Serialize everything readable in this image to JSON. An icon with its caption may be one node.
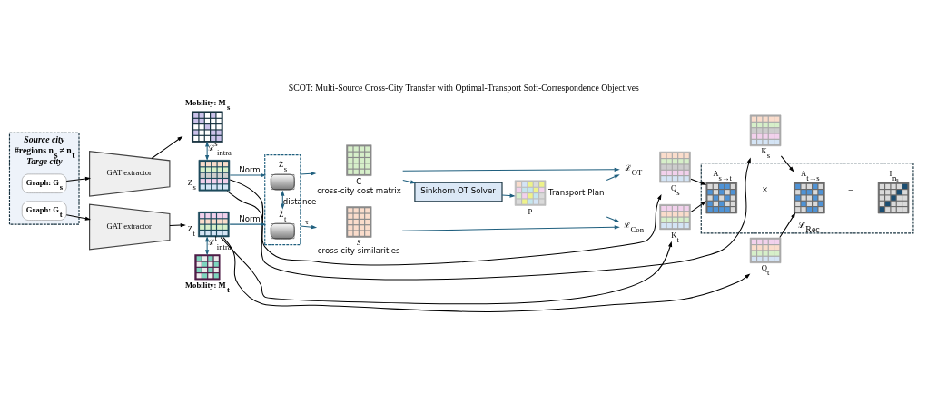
{
  "diagram": {
    "title": "SCOT: Multi-Source Cross-City Transfer with Optimal-Transport Soft-Correspondence Objectives",
    "nodes": [
      {
        "text": [
          "Source city",
          "#regions n$_{s}$ ≠ n$_{t}$",
          "Targe city"
        ]
      },
      {
        "text": [
          "Graph: G$_{s}$"
        ],
        "in": 0
      },
      {
        "text": [
          "Graph: G$_{t}$"
        ],
        "in": 0
      },
      {
        "text": [
          "GAT extractor"
        ]
      },
      {
        "text": [
          "GAT extractor"
        ]
      },
      {
        "text": [
          "Mobility: M$_{s}$"
        ]
      },
      {
        "text": [
          "Z$_{s}$"
        ]
      },
      {
        "text": [
          "Z$_{t}$"
        ]
      },
      {
        "text": [
          "Mobility: M$_{t}$"
        ]
      },
      {
        "text": [],
        "shape": "box"
      },
      {
        "text": [
          "Z̃$_{s}$"
        ],
        "in": 9
      },
      {
        "text": [
          "Z̃$_{t}$"
        ],
        "in": 9
      },
      {
        "text": [
          "C",
          "cross-city cost matrix"
        ]
      },
      {
        "text": [
          "Sinkhorn OT Solver"
        ]
      },
      {
        "text": [
          "S",
          "cross-city similarities"
        ]
      },
      {
        "text": [
          "P"
        ],
        "beside": [
          "Transport Plan"
        ]
      },
      {
        "text": [
          "ℒ$_{OT}$"
        ]
      },
      {
        "text": [
          "ℒ$_{Con}$"
        ]
      },
      {
        "text": [
          "Q$_{s}$"
        ]
      },
      {
        "text": [
          "K$_{s}$"
        ]
      },
      {
        "text": [
          "ℒ$_{Rec}$"
        ]
      },
      {
        "text": [
          "A$_{s→t}$"
        ],
        "in": 20
      },
      {
        "text": [
          "A$_{t→s}$"
        ],
        "in": 20
      },
      {
        "text": [
          "I$_{nₛ}$"
        ],
        "in": 20
      },
      {
        "text": [
          "K$_{t}$"
        ]
      },
      {
        "text": [
          "Q$_{t}$"
        ]
      }
    ],
    "edges": [
      {
        "from": 1,
        "to": 3,
        "arrow": "to",
        "color": "#000000"
      },
      {
        "from": 2,
        "to": 4,
        "arrow": "to",
        "color": "#000000"
      },
      {
        "from": 3,
        "to": 5,
        "arrow": "to",
        "color": "#000000"
      },
      {
        "from": 4,
        "to": 7,
        "arrow": "to",
        "color": "#000000"
      },
      {
        "from": 5,
        "to": 6,
        "arrow": "both",
        "label": "ℒ$^{s}$$_{intra}$"
      },
      {
        "from": 7,
        "to": 8,
        "arrow": "both",
        "label": "ℒ$^{t}$$_{intra}$"
      },
      {
        "from": 6,
        "to": 9,
        "arrow": "to",
        "label": "Norm"
      },
      {
        "from": 7,
        "to": 9,
        "arrow": "to",
        "label": "Norm"
      },
      {
        "from": 10,
        "to": 11,
        "arrow": "both",
        "label": "distance"
      },
      {
        "from": 9,
        "to": 12,
        "arrow": "to"
      },
      {
        "from": 12,
        "to": 13,
        "arrow": "to"
      },
      {
        "from": 13,
        "to": 15,
        "arrow": "to"
      },
      {
        "from": 12,
        "to": 16,
        "arrow": "to"
      },
      {
        "from": 15,
        "to": 16,
        "arrow": "to"
      },
      {
        "from": 15,
        "to": 17,
        "arrow": "to"
      },
      {
        "from": 9,
        "to": 14,
        "arrow": "to",
        "label": "τ"
      },
      {
        "from": 14,
        "to": 17,
        "arrow": "to"
      },
      {
        "from": 6,
        "to": 18,
        "arrow": "to",
        "color": "#000000"
      },
      {
        "from": 6,
        "to": 19,
        "arrow": "to",
        "color": "#000000"
      },
      {
        "from": 7,
        "to": 24,
        "arrow": "to",
        "color": "#000000"
      },
      {
        "from": 7,
        "to": 25,
        "arrow": "to",
        "color": "#000000"
      },
      {
        "from": 18,
        "to": 21,
        "arrow": "to",
        "color": "#000000"
      },
      {
        "from": 19,
        "to": 22,
        "arrow": "to",
        "color": "#000000"
      },
      {
        "from": 24,
        "to": 21,
        "arrow": "to",
        "color": "#000000"
      },
      {
        "from": 25,
        "to": 22,
        "arrow": "to",
        "color": "#000000"
      }
    ],
    "labels": [
      "×",
      "−"
    ]
  }
}
